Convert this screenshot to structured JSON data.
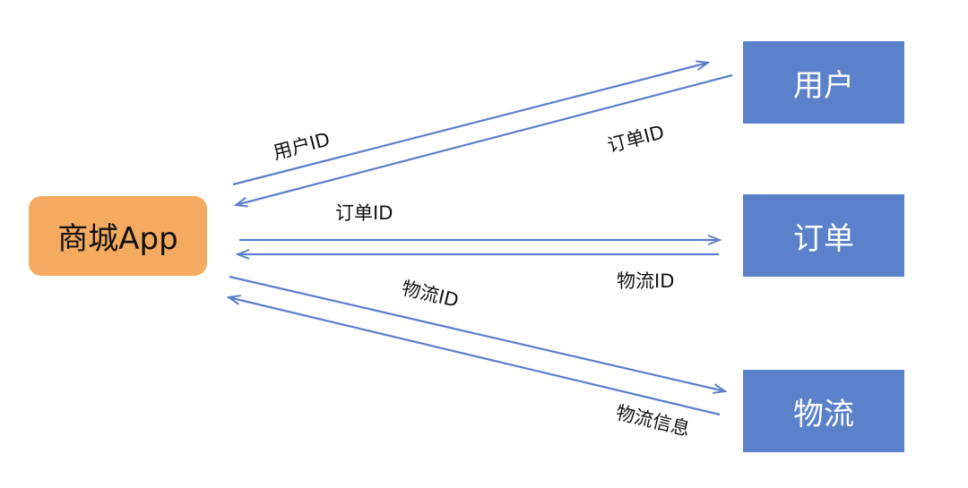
{
  "colors": {
    "app_box": "#f4ab5f",
    "service_box": "#5b81cb",
    "arrow": "#5b7fcb"
  },
  "nodes": {
    "app": "商城App",
    "users": "用户",
    "orders": "订单",
    "logistics": "物流"
  },
  "edges": {
    "app_to_users": "用户ID",
    "users_to_app": "订单ID",
    "app_to_orders": "订单ID",
    "orders_to_app": "物流ID",
    "app_to_logistics": "物流ID",
    "logistics_to_app": "物流信息"
  }
}
